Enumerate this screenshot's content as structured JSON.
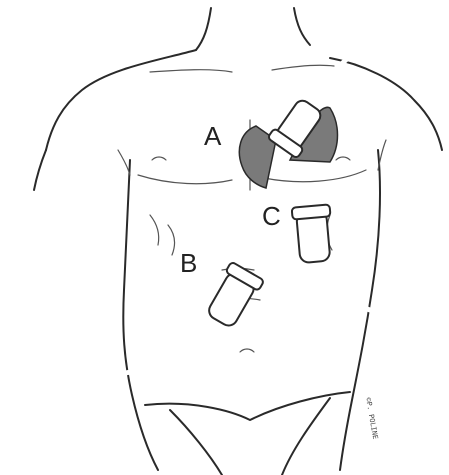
{
  "labels": {
    "a": "A",
    "b": "B",
    "c": "C"
  },
  "signature": "©P. POLINE",
  "colors": {
    "ink": "#2a2a2a",
    "sector_shading": "#7a7a7a",
    "background": "#ffffff"
  }
}
